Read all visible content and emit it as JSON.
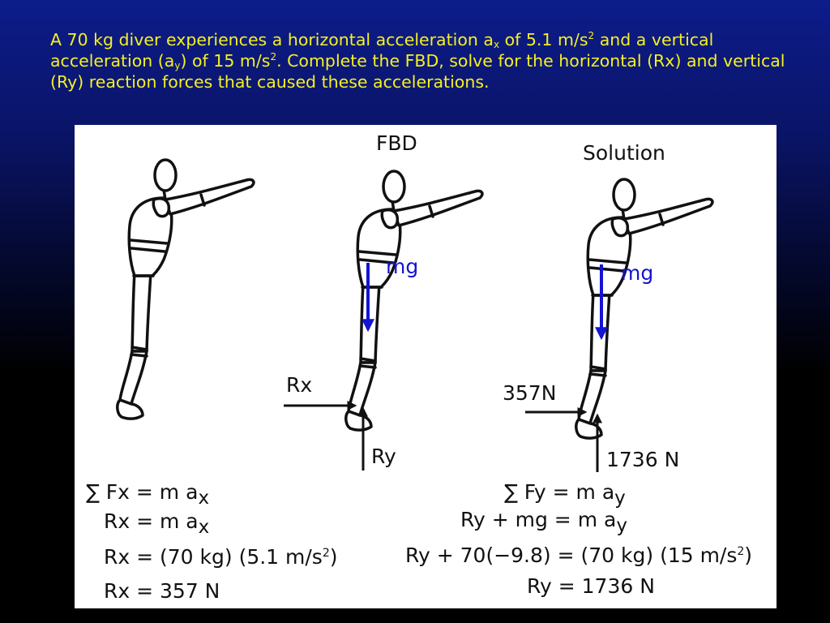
{
  "question": {
    "part1": "A 70 kg diver experiences a horizontal acceleration a",
    "sub_x": "x",
    "part2": " of  5.1 m/s",
    "sup1": "2",
    "part3": " and a vertical acceleration (a",
    "sub_y": "y",
    "part4": ") of 15 m/s",
    "sup2": "2",
    "part5": ". Complete the FBD, solve for the horizontal (Rx) and vertical (Ry) reaction forces that caused these accelerations."
  },
  "figure": {
    "fbd_heading": "FBD",
    "solution_heading": "Solution",
    "fbd": {
      "weight_label": "mg",
      "rx_label": "Rx",
      "ry_label": "Ry"
    },
    "solution": {
      "weight_label": "mg",
      "rx_value": "357N",
      "ry_value": "1736 N"
    }
  },
  "colors": {
    "accent_text": "#f6f021",
    "weight_arrow": "#1414d2",
    "panel_bg": "#ffffff"
  },
  "equations": {
    "horizontal": [
      {
        "pre": "∑ Fx = m a",
        "sub": "x"
      },
      {
        "pre": "Rx = m a",
        "sub": "x"
      },
      {
        "pre": "Rx = (70 kg) (5.1 m/s",
        "sup": "2",
        "post": ")"
      },
      {
        "pre": "Rx = 357 N"
      }
    ],
    "vertical": [
      {
        "pre": "∑ Fy = m a",
        "sub": "y"
      },
      {
        "pre": "Ry + mg = m a",
        "sub": "y"
      },
      {
        "pre": "Ry + 70(−9.8) = (70 kg) (15 m/s",
        "sup": "2",
        "post": ")"
      },
      {
        "pre": "Ry = 1736 N"
      }
    ]
  }
}
